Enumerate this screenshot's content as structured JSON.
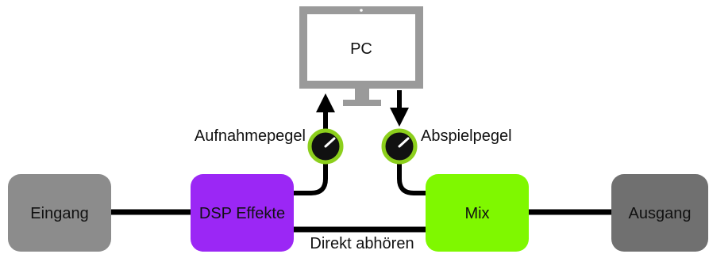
{
  "pc": {
    "label": "PC"
  },
  "nodes": {
    "eingang": "Eingang",
    "dsp": "DSP Effekte",
    "mix": "Mix",
    "ausgang": "Ausgang"
  },
  "knobs": {
    "record": "Aufnahmepegel",
    "playback": "Abspielpegel"
  },
  "connections": {
    "monitor": "Direkt abhören"
  },
  "colors": {
    "monitor_gray": "#9a9a9a",
    "eingang": "#8c8c8c",
    "dsp": "#9b27f5",
    "mix": "#7ff800",
    "ausgang": "#707070",
    "knob_ring": "#8ccf1c",
    "line": "#000000"
  }
}
